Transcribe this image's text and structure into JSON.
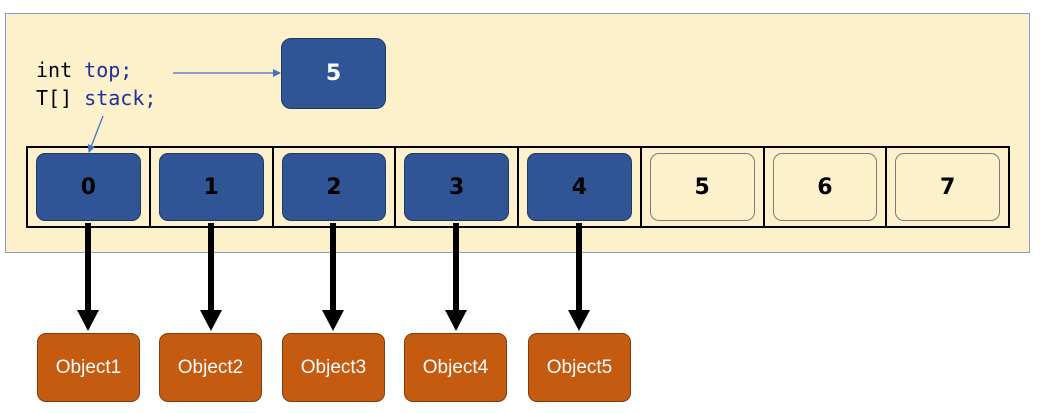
{
  "code": {
    "line1": {
      "keyword": "int",
      "name": "top;"
    },
    "line2": {
      "keyword": "T[]",
      "name": "stack;"
    }
  },
  "top_value": "5",
  "array_cells": [
    {
      "label": "0",
      "state": "filled"
    },
    {
      "label": "1",
      "state": "filled"
    },
    {
      "label": "2",
      "state": "filled"
    },
    {
      "label": "3",
      "state": "filled"
    },
    {
      "label": "4",
      "state": "filled"
    },
    {
      "label": "5",
      "state": "empty"
    },
    {
      "label": "6",
      "state": "empty"
    },
    {
      "label": "7",
      "state": "empty"
    }
  ],
  "objects": [
    "Object1",
    "Object2",
    "Object3",
    "Object4",
    "Object5"
  ],
  "colors": {
    "panel": "#fdf1cc",
    "filled_cell": "#2f5597",
    "object": "#c55a11",
    "pointer_arrow": "#4472c4",
    "reference_arrow": "#000000"
  }
}
